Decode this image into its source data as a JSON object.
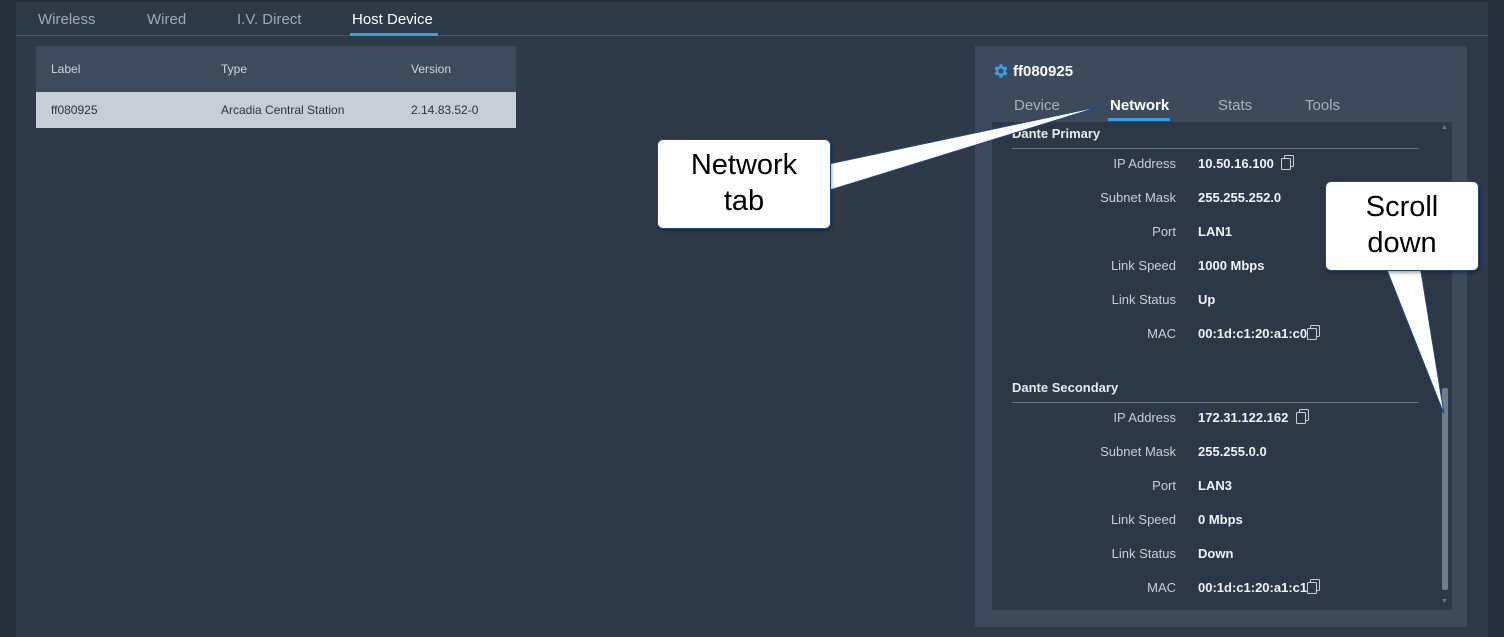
{
  "top_tabs": [
    {
      "label": "Wireless",
      "active": false
    },
    {
      "label": "Wired",
      "active": false
    },
    {
      "label": "I.V. Direct",
      "active": false
    },
    {
      "label": "Host Device",
      "active": true
    }
  ],
  "table": {
    "columns": [
      "Label",
      "Type",
      "Version"
    ],
    "rows": [
      {
        "label": "ff080925",
        "type": "Arcadia Central Station",
        "version": "2.14.83.52-0"
      }
    ]
  },
  "panel": {
    "title": "ff080925",
    "title_icon": "gear-icon",
    "tabs": [
      {
        "label": "Device",
        "active": false
      },
      {
        "label": "Network",
        "active": true
      },
      {
        "label": "Stats",
        "active": false
      },
      {
        "label": "Tools",
        "active": false
      }
    ],
    "sections": [
      {
        "title": "Dante Primary",
        "fields": [
          {
            "label": "IP Address",
            "value": "10.50.16.100",
            "copy": true
          },
          {
            "label": "Subnet Mask",
            "value": "255.255.252.0",
            "copy": false
          },
          {
            "label": "Port",
            "value": "LAN1",
            "copy": false
          },
          {
            "label": "Link Speed",
            "value": "1000 Mbps",
            "copy": false
          },
          {
            "label": "Link Status",
            "value": "Up",
            "copy": false
          },
          {
            "label": "MAC",
            "value": "00:1d:c1:20:a1:c0",
            "copy": true
          }
        ]
      },
      {
        "title": "Dante Secondary",
        "fields": [
          {
            "label": "IP Address",
            "value": "172.31.122.162",
            "copy": true
          },
          {
            "label": "Subnet Mask",
            "value": "255.255.0.0",
            "copy": false
          },
          {
            "label": "Port",
            "value": "LAN3",
            "copy": false
          },
          {
            "label": "Link Speed",
            "value": "0 Mbps",
            "copy": false
          },
          {
            "label": "Link Status",
            "value": "Down",
            "copy": false
          },
          {
            "label": "MAC",
            "value": "00:1d:c1:20:a1:c1",
            "copy": true
          }
        ]
      }
    ]
  },
  "callouts": {
    "network_tab": [
      "Network",
      "tab"
    ],
    "scroll_down": [
      "Scroll",
      "down"
    ]
  },
  "colors": {
    "accent": "#3aa0e6",
    "background": "#2f3a48",
    "panel": "#3c4a5b",
    "callout_border": "#1f4a86"
  }
}
